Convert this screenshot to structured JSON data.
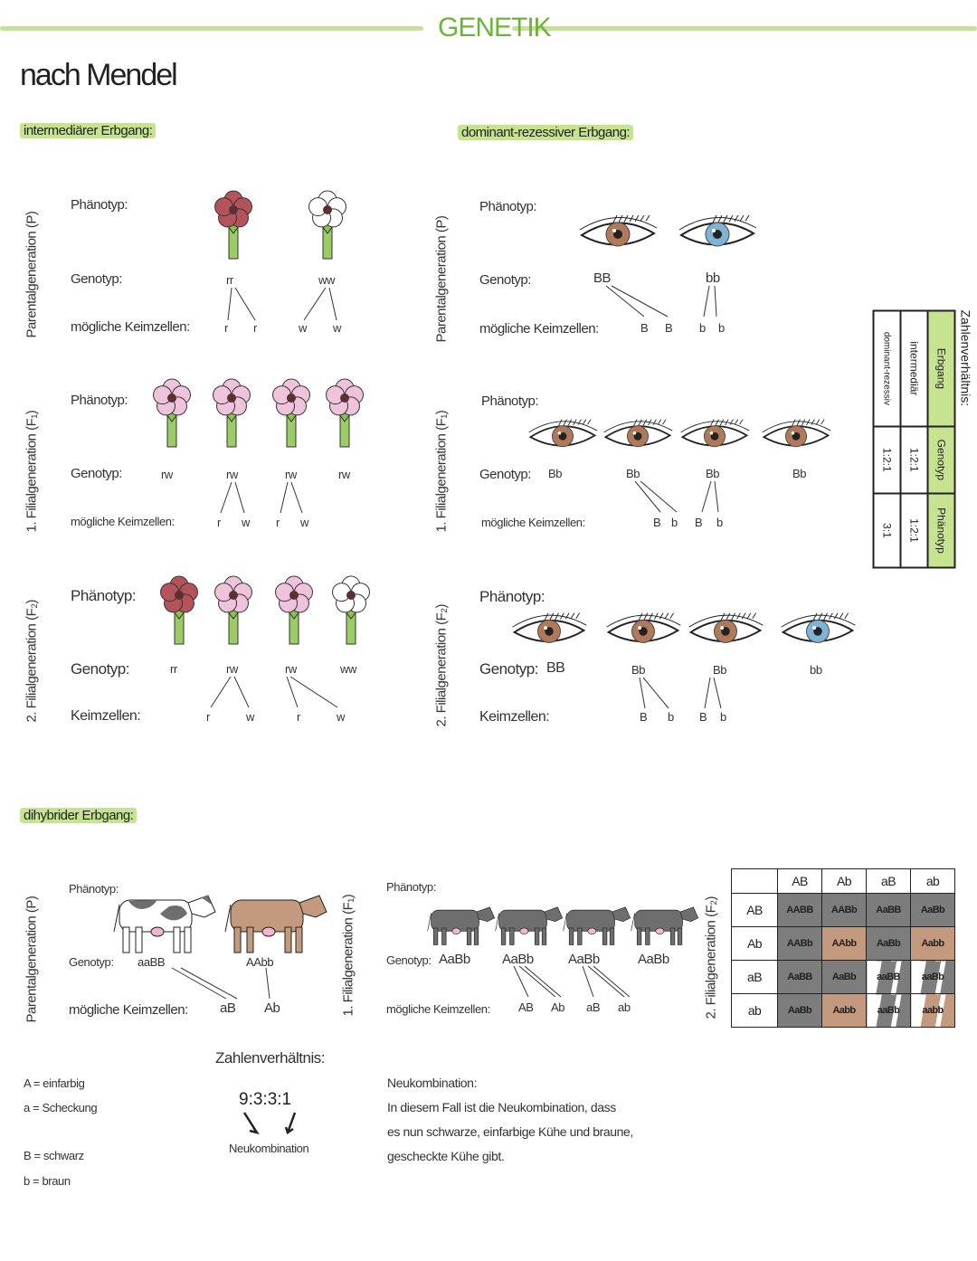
{
  "title": "GENETIK",
  "subtitle": "nach Mendel",
  "colors": {
    "accent": "#c6e38f",
    "title_green": "#6fb23a",
    "red": "#b5535a",
    "pink": "#f0c3dc",
    "white": "#ffffff",
    "brown_eye": "#b07a5a",
    "blue_eye": "#7fb3d6",
    "cow_black": "#6e6e6e",
    "cow_brown": "#c49a7e"
  },
  "labels": {
    "phaenotyp": "Phänotyp:",
    "genotyp": "Genotyp:",
    "keimzellen": "mögliche Keimzellen:",
    "keimzellen_short": "Keimzellen:",
    "parental": "Parentalgeneration (P)",
    "f1": "1. Filialgeneration (F₁)",
    "f2": "2. Filialgeneration (F₂)"
  },
  "intermediate": {
    "heading": "intermediärer Erbgang:",
    "p": {
      "genotypes": [
        "rr",
        "ww"
      ],
      "gametes": [
        "r",
        "r",
        "w",
        "w"
      ]
    },
    "f1": {
      "genotypes": [
        "rw",
        "rw",
        "rw",
        "rw"
      ],
      "gametes": [
        "r",
        "w",
        "r",
        "w"
      ]
    },
    "f2": {
      "genotypes": [
        "rr",
        "rw",
        "rw",
        "ww"
      ],
      "gametes": [
        "r",
        "w",
        "r",
        "w"
      ]
    }
  },
  "dominant": {
    "heading": "dominant-rezessiver Erbgang:",
    "p": {
      "genotypes": [
        "BB",
        "bb"
      ],
      "gametes": [
        "B",
        "B",
        "b",
        "b"
      ]
    },
    "f1": {
      "genotypes": [
        "Bb",
        "Bb",
        "Bb",
        "Bb"
      ],
      "gametes": [
        "B",
        "b",
        "B",
        "b"
      ]
    },
    "f2": {
      "genotypes": [
        "BB",
        "Bb",
        "Bb",
        "bb"
      ],
      "gametes": [
        "B",
        "b",
        "B",
        "b"
      ]
    }
  },
  "ratio_table": {
    "title": "Zahlenverhältnis:",
    "headers": [
      "Erbgang",
      "Genotyp",
      "Phänotyp"
    ],
    "rows": [
      [
        "intermediär",
        "1:2:1",
        "1:2:1"
      ],
      [
        "dominant-rezessiv",
        "1:2:1",
        "3:1"
      ]
    ]
  },
  "dihybrid": {
    "heading": "dihybrider Erbgang:",
    "p": {
      "genotypes": [
        "aaBB",
        "AAbb"
      ],
      "gametes": [
        "aB",
        "Ab"
      ]
    },
    "f1": {
      "genotypes": [
        "AaBb",
        "AaBb",
        "AaBb",
        "AaBb"
      ],
      "gametes": [
        "AB",
        "Ab",
        "aB",
        "ab"
      ]
    },
    "punnett": {
      "cols": [
        "AB",
        "Ab",
        "aB",
        "ab"
      ],
      "rows": [
        {
          "label": "AB",
          "cells": [
            "AABB",
            "AABb",
            "AaBB",
            "AaBb"
          ]
        },
        {
          "label": "Ab",
          "cells": [
            "AABb",
            "AAbb",
            "AaBb",
            "Aabb"
          ]
        },
        {
          "label": "aB",
          "cells": [
            "AaBB",
            "AaBb",
            "aaBB",
            "aaBb"
          ]
        },
        {
          "label": "ab",
          "cells": [
            "AaBb",
            "Aabb",
            "aaBb",
            "aabb"
          ]
        }
      ]
    }
  },
  "legend": [
    "A = einfarbig",
    "a = Scheckung",
    "B = schwarz",
    "b = braun"
  ],
  "ratio": {
    "title": "Zahlenverhältnis:",
    "value": "9:3:3:1",
    "note": "Neukombination"
  },
  "neukombination": {
    "title": "Neukombination:",
    "lines": [
      "In diesem Fall ist die Neukombination, dass",
      "es nun schwarze, einfarbige Kühe und braune,",
      "gescheckte Kühe gibt."
    ]
  }
}
